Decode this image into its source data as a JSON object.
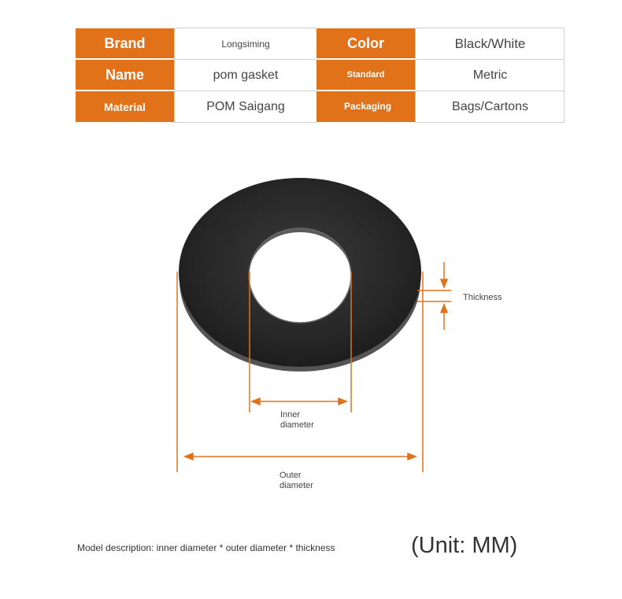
{
  "spec_rows": [
    {
      "key1": "Brand",
      "val1": "Longsiming",
      "key2": "Color",
      "val2": "Black/White"
    },
    {
      "key1": "Name",
      "val1": "pom gasket",
      "key2": "Standard",
      "val2": "Metric"
    },
    {
      "key1": "Material",
      "val1": "POM Saigang",
      "key2": "Packaging",
      "val2": "Bags/Cartons"
    }
  ],
  "diagram": {
    "thickness_label": "Thickness",
    "inner_label": "Inner diameter",
    "outer_label": "Outer diameter"
  },
  "footer": {
    "model_description": "Model description: inner diameter * outer diameter * thickness",
    "unit": "(Unit: MM)"
  },
  "colors": {
    "accent": "#e2721a",
    "washer": "#2a2a2a",
    "text": "#444444"
  }
}
